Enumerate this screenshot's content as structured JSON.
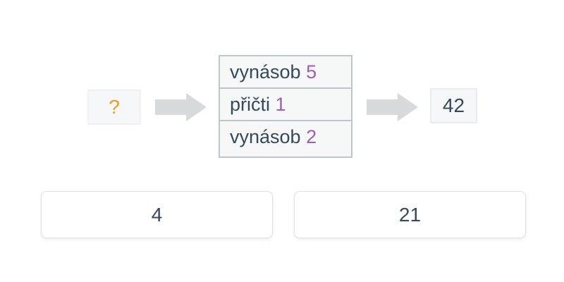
{
  "machine": {
    "unknown_input": "?",
    "steps": [
      {
        "op": "vynásob",
        "value": "5"
      },
      {
        "op": "přičti",
        "value": "1"
      },
      {
        "op": "vynásob",
        "value": "2"
      }
    ],
    "result": "42"
  },
  "answers": {
    "option1": "4",
    "option2": "21"
  },
  "icons": {
    "arrow": "arrow-right-icon"
  },
  "colors": {
    "accent_orange": "#f09e15",
    "operand_purple": "#a35ab8",
    "text_dark": "#35495c",
    "arrow_gray": "#d6dadb",
    "box_background": "#f5f7f8",
    "table_border": "#bcc6cb",
    "button_border": "#dde1e4"
  }
}
